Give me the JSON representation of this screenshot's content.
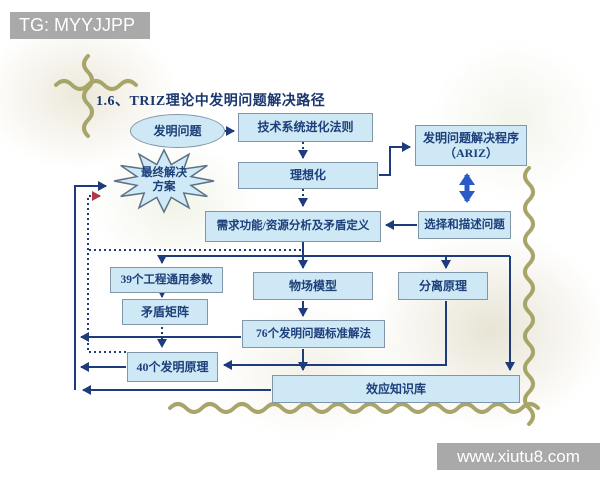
{
  "watermarks": {
    "top_left": "TG: MYYJJPP",
    "bottom_right": "www.xiutu8.com"
  },
  "title": "1.6、TRIZ理论中发明问题解决路径",
  "diagram": {
    "nodes": {
      "invention_problem": "发明问题",
      "tech_evolution": "技术系统进化法则",
      "ariz_line1": "发明问题解决程序",
      "ariz_line2": "（ARIZ）",
      "idealization": "理想化",
      "final_solution_line1": "最终解决",
      "final_solution_line2": "方案",
      "demand_analysis": "需求功能/资源分析及矛盾定义",
      "select_describe": "选择和描述问题",
      "params39": "39个工程通用参数",
      "sufield_model": "物场模型",
      "separation": "分离原理",
      "contradiction_matrix": "矛盾矩阵",
      "standard76": "76个发明问题标准解法",
      "principles40": "40个发明原理",
      "effects_kb": "效应知识库"
    },
    "colors": {
      "node_fill": "#cfe8f6",
      "node_border": "#8296a9",
      "line": "#1e3c7c",
      "double_arrow": "#2a5ac8",
      "feedback_arrow_tip": "#b23a48",
      "text": "#1c3f7a",
      "decor_squiggle": "#a8a56b",
      "watermark_bg": "#a9a9a9"
    }
  }
}
